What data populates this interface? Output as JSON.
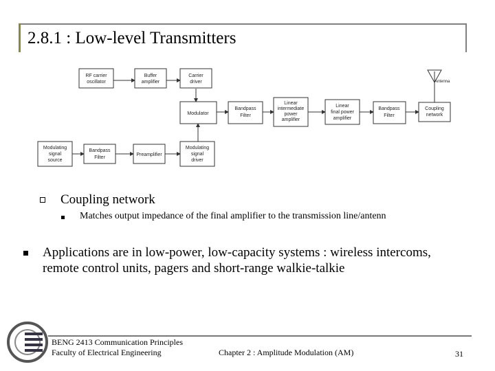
{
  "slide": {
    "title": "2.8.1 : Low-level Transmitters"
  },
  "diagram": {
    "blocks": {
      "rf_carrier": [
        "RF carrier",
        "oscillator"
      ],
      "buffer": [
        "Buffer",
        "amplifier"
      ],
      "carrier_driver": [
        "Carrier",
        "driver"
      ],
      "modulator": [
        "Modulator"
      ],
      "bandpass1": [
        "Bandpass",
        "Filter"
      ],
      "linear_intermediate": [
        "Linear",
        "intermediate",
        "power",
        "amplifier"
      ],
      "linear_final": [
        "Linear",
        "final power",
        "amplifier"
      ],
      "bandpass2": [
        "Bandpass",
        "Filter"
      ],
      "coupling": [
        "Coupling",
        "network"
      ],
      "modulating_source": [
        "Modulating",
        "signal",
        "source"
      ],
      "bandpass3": [
        "Bandpass",
        "Filter"
      ],
      "preamplifier": [
        "Preamplifier"
      ],
      "modulating_driver": [
        "Modulating",
        "signal",
        "driver"
      ]
    },
    "antenna_label": "Antenna"
  },
  "bullets": {
    "coupling_title": "Coupling network",
    "coupling_desc": "Matches output impedance of the final amplifier to the transmission line/antenn",
    "applications": "Applications are in low-power, low-capacity systems : wireless intercoms, remote control units, pagers and short-range walkie-talkie"
  },
  "footer": {
    "course": "BENG 2413 Communication Principles",
    "faculty": "Faculty of Electrical Engineering",
    "chapter": "Chapter 2 : Amplitude Modulation (AM)",
    "page": "31"
  },
  "icons": {
    "logo": "university-logo-icon",
    "level1_bullet": "hollow-square-bullet-icon",
    "level2_bullet": "small-square-bullet-icon",
    "level0_bullet": "square-bullet-icon"
  }
}
